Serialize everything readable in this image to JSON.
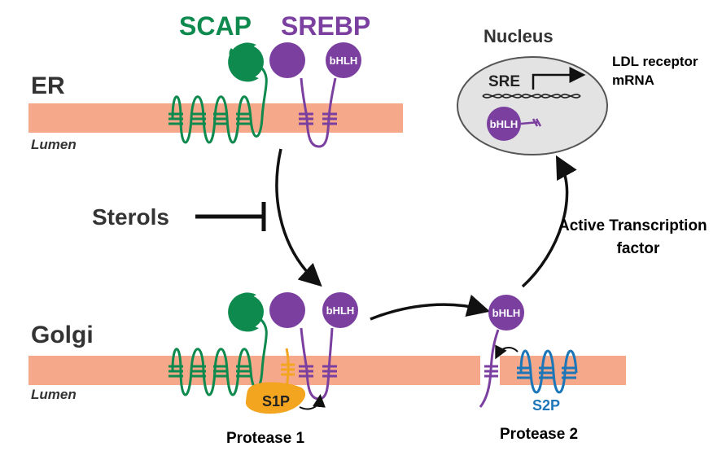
{
  "labels": {
    "scap": "SCAP",
    "srebp": "SREBP",
    "er": "ER",
    "lumen_er": "Lumen",
    "golgi": "Golgi",
    "lumen_golgi": "Lumen",
    "sterols": "Sterols",
    "nucleus": "Nucleus",
    "sre": "SRE",
    "ldl_line1": "LDL receptor",
    "ldl_line2": "mRNA",
    "active_line1": "Active Transcription",
    "active_line2": "factor",
    "protease1": "Protease 1",
    "protease2": "Protease 2",
    "s1p": "S1P",
    "s2p": "S2P",
    "bhlh": "bHLH"
  },
  "colors": {
    "membrane": "#f5a98a",
    "scap_green": "#0e8a4e",
    "srebp_purple": "#7b3fa0",
    "protease1_orange": "#f3a51f",
    "protease2_blue": "#1c76b8",
    "nucleus_fill": "#e3e3e3",
    "arrow": "#111111"
  }
}
